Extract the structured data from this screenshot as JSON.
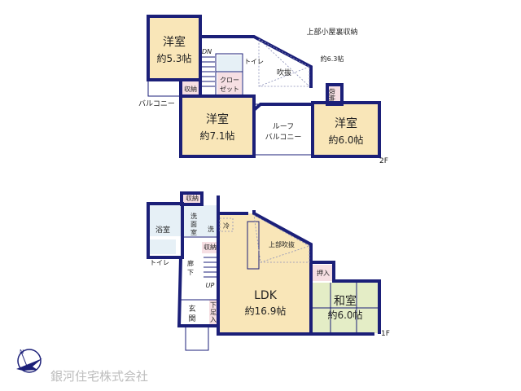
{
  "floor2": {
    "label": "2F",
    "rooms": [
      {
        "name": "洋室",
        "size": "約5.3帖"
      },
      {
        "name": "洋室",
        "size": "約7.1帖"
      },
      {
        "name": "洋室",
        "size": "約6.0帖"
      }
    ],
    "storage1": "収納",
    "storage2": "収納",
    "closet_line1": "クロー",
    "closet_line2": "ゼット",
    "toilet": "トイレ",
    "dn": "DN",
    "fukinuke": "吹抜",
    "attic_line1": "上部小屋裏収納",
    "attic_line2": "約6.3帖",
    "balcony": "バルコニー",
    "roof_line1": "ルーフ",
    "roof_line2": "バルコニー"
  },
  "floor1": {
    "label": "1F",
    "storage_top": "収納",
    "bath": "浴室",
    "washroom_line1": "洗",
    "washroom_line2": "面",
    "washroom_line3": "室",
    "washer": "洗",
    "fridge": "冷",
    "toilet": "トイレ",
    "hall_line1": "廊",
    "hall_line2": "下",
    "storage_hall": "収納",
    "up": "UP",
    "upper_fukinuke": "上部吹抜",
    "ldk": "LDK",
    "ldk_size": "約16.9帖",
    "oshiire": "押入",
    "washitsu": "和室",
    "washitsu_size": "約6.0帖",
    "genkan_line1": "玄",
    "genkan_line2": "関",
    "shoe_line1": "下",
    "shoe_line2": "足",
    "shoe_line3": "入"
  },
  "company": {
    "name": "銀河住宅株式会社",
    "compass": "N"
  },
  "colors": {
    "wall": "#1b1f78",
    "room": "#f9e6b8",
    "tatami": "#e4edc6",
    "storage": "#f6dfe3",
    "wet": "#e6f0f6"
  }
}
